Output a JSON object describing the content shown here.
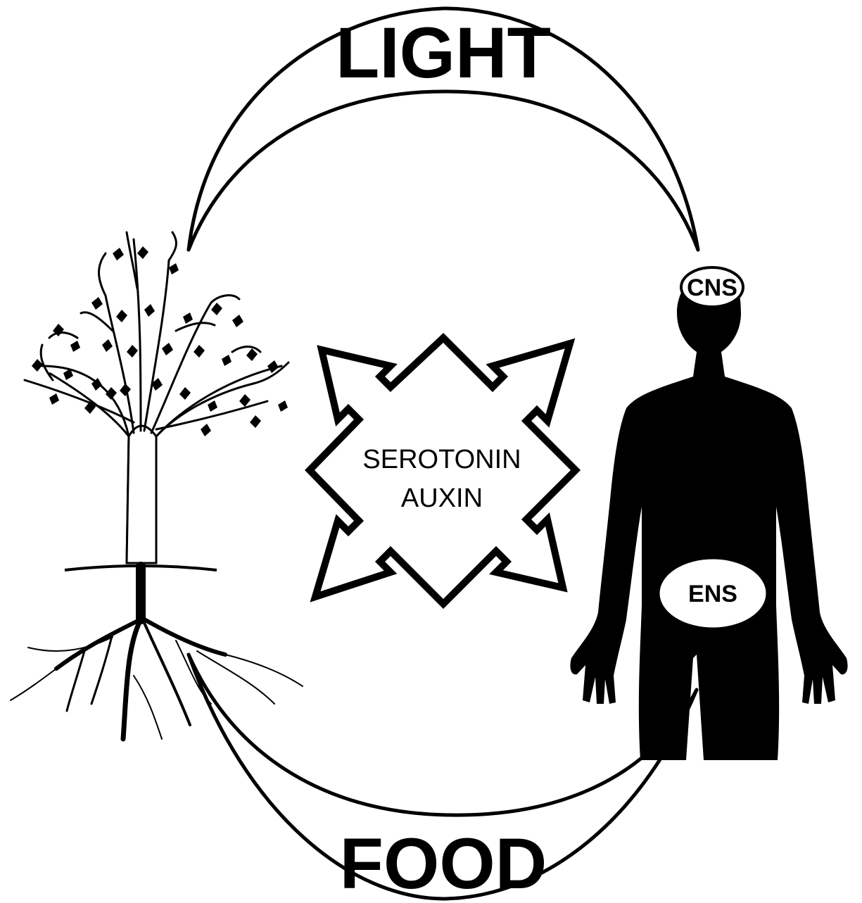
{
  "diagram": {
    "top_label": "LIGHT",
    "bottom_label": "FOOD",
    "center_line1": "SEROTONIN",
    "center_line2": "AUXIN",
    "brain_label": "CNS",
    "gut_label": "ENS"
  },
  "colors": {
    "ink": "#000000",
    "background": "#ffffff"
  },
  "icons": [
    "tree-icon",
    "human-silhouette-icon",
    "four-way-arrow-icon"
  ]
}
